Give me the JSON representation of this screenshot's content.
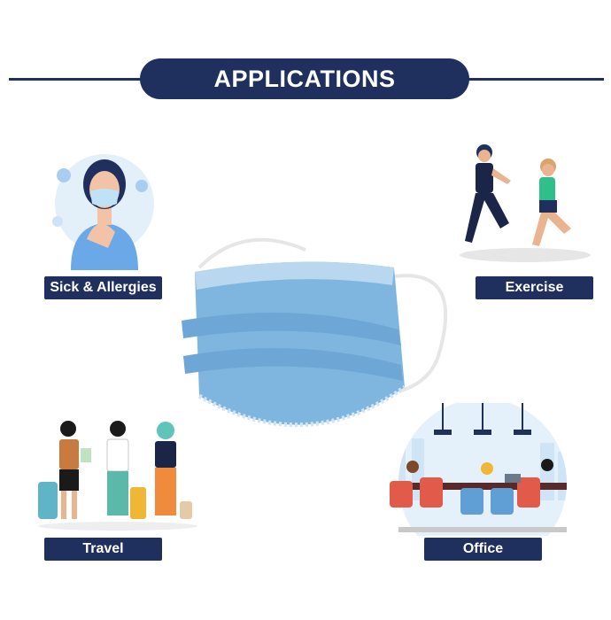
{
  "header": {
    "title": "APPLICATIONS"
  },
  "applications": [
    {
      "label": "Sick & Allergies",
      "icon": "person-coughing-icon"
    },
    {
      "label": "Exercise",
      "icon": "runners-icon"
    },
    {
      "label": "Travel",
      "icon": "travelers-icon"
    },
    {
      "label": "Office",
      "icon": "office-meeting-icon"
    }
  ],
  "center": {
    "icon": "surgical-mask-icon"
  },
  "colors": {
    "navy": "#1f2f5e",
    "mask": "#7fb6df"
  }
}
